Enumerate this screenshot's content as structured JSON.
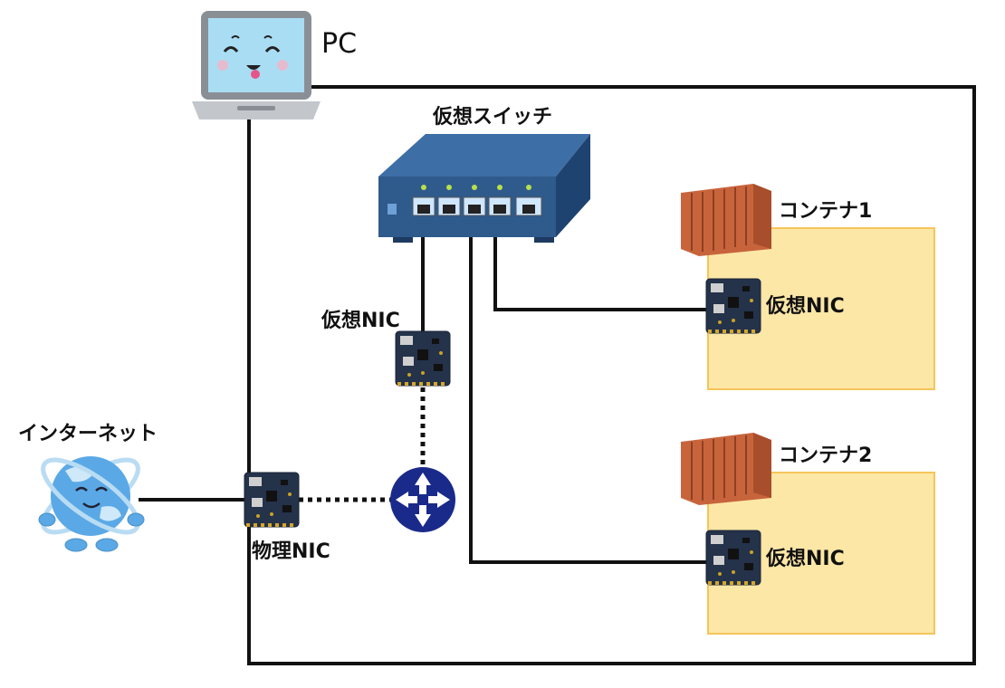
{
  "pc": {
    "label": "PC"
  },
  "switch": {
    "label": "仮想スイッチ"
  },
  "internet": {
    "label": "インターネット"
  },
  "physical_nic": {
    "label": "物理NIC"
  },
  "host_virtual_nic": {
    "label": "仮想NIC"
  },
  "containers": [
    {
      "label": "コンテナ1",
      "nic_label": "仮想NIC"
    },
    {
      "label": "コンテナ2",
      "nic_label": "仮想NIC"
    }
  ],
  "colors": {
    "container_fill": "#fde7a6",
    "container_border": "#f5c55a",
    "switch_body": "#2f5a8c",
    "router": "#1a2a8a",
    "box_crate": "#c8643c",
    "globe": "#5aa9e6",
    "nic_board": "#24324a"
  }
}
